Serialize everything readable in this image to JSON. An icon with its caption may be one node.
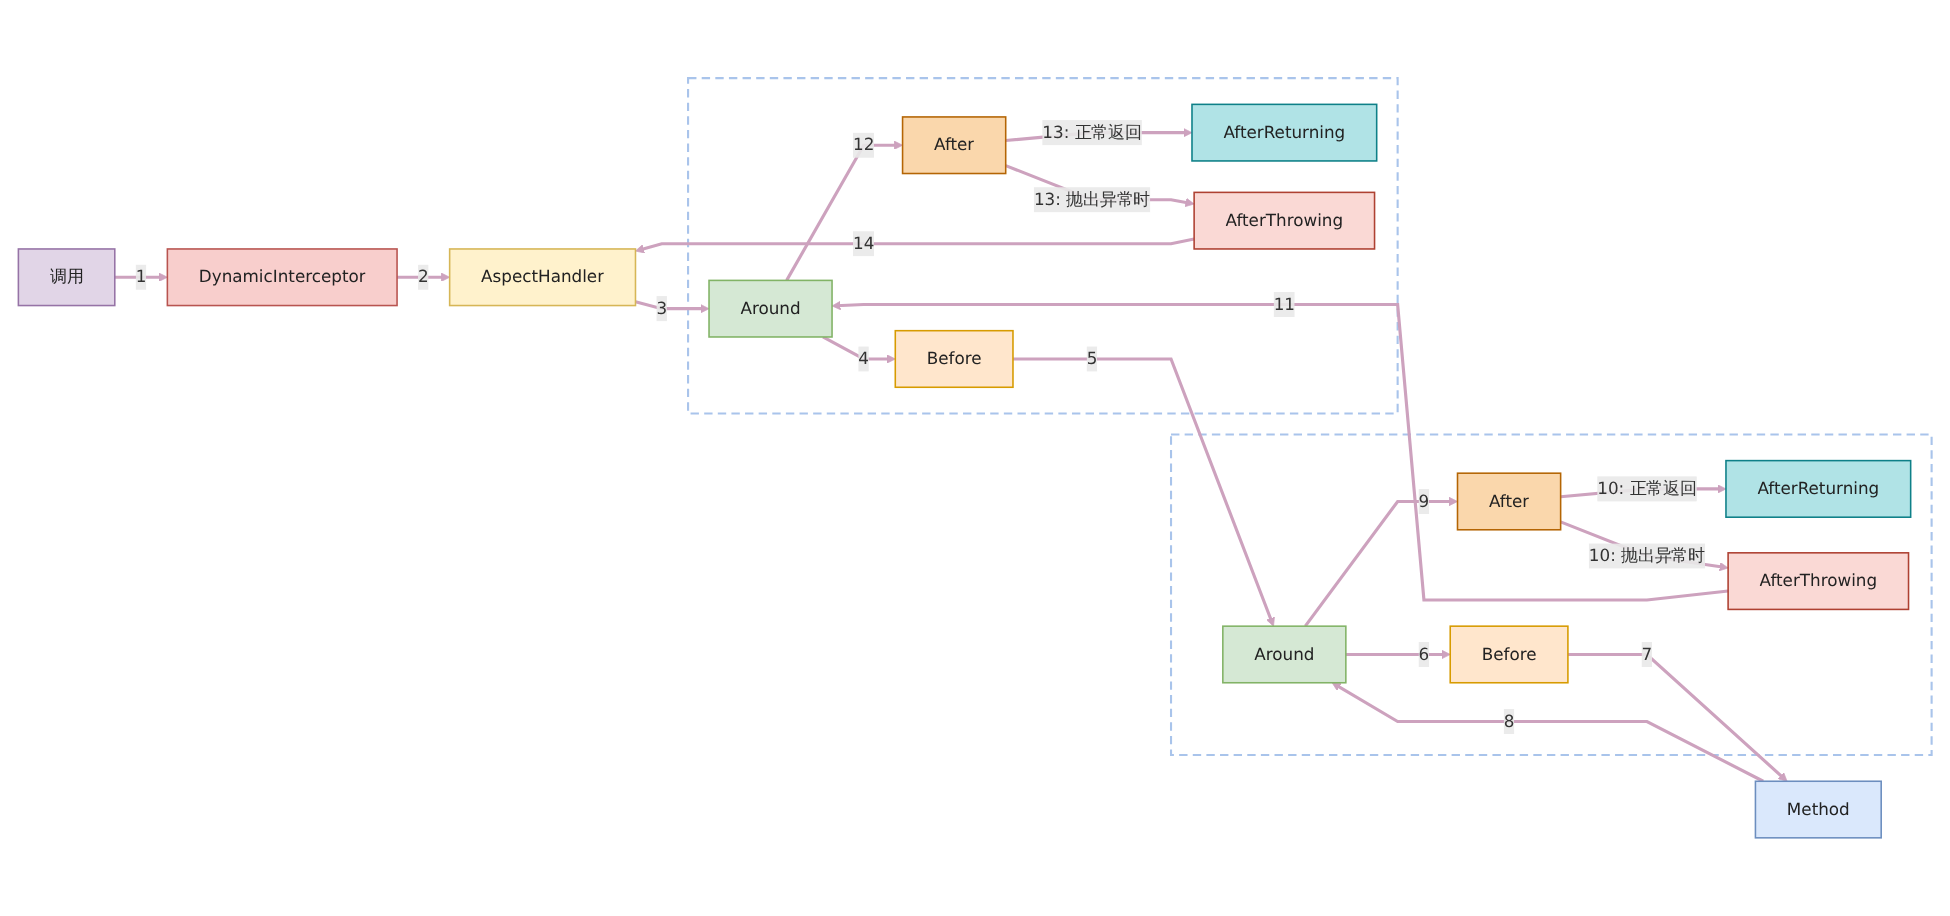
{
  "diagram": {
    "nodes": [
      {
        "text": [
          "调用"
        ]
      },
      {
        "text": [
          "DynamicInterceptor"
        ]
      },
      {
        "text": [
          "AspectHandler"
        ]
      },
      {
        "text": [],
        "shape": "box"
      },
      {
        "text": [
          "Before"
        ],
        "in": 3
      },
      {
        "text": [
          "Around"
        ],
        "in": 3
      },
      {
        "text": [
          "After"
        ],
        "in": 3
      },
      {
        "text": [
          "AfterReturning"
        ],
        "in": 3
      },
      {
        "text": [
          "AfterThrowing"
        ],
        "in": 3
      },
      {
        "text": [],
        "shape": "box"
      },
      {
        "text": [
          "Before"
        ],
        "in": 9
      },
      {
        "text": [
          "Around"
        ],
        "in": 9
      },
      {
        "text": [
          "After"
        ],
        "in": 9
      },
      {
        "text": [
          "AfterReturning"
        ],
        "in": 9
      },
      {
        "text": [
          "AfterThrowing"
        ],
        "in": 9
      },
      {
        "text": [
          "Method"
        ]
      }
    ],
    "edges": [
      {
        "from": 0,
        "to": 1,
        "arrow": "to",
        "label": "1"
      },
      {
        "from": 1,
        "to": 2,
        "arrow": "to",
        "label": "2"
      },
      {
        "from": 2,
        "to": 5,
        "arrow": "to",
        "label": "3"
      },
      {
        "from": 5,
        "to": 4,
        "arrow": "to",
        "label": "4"
      },
      {
        "from": 4,
        "to": 11,
        "arrow": "to",
        "label": "5"
      },
      {
        "from": 11,
        "to": 10,
        "arrow": "to",
        "label": "6"
      },
      {
        "from": 10,
        "to": 15,
        "arrow": "to",
        "label": "7"
      },
      {
        "from": 15,
        "to": 11,
        "arrow": "to",
        "label": "8"
      },
      {
        "from": 11,
        "to": 12,
        "arrow": "to",
        "label": "9"
      },
      {
        "from": 12,
        "to": 13,
        "arrow": "to",
        "label": "10: 正常返回"
      },
      {
        "from": 12,
        "to": 14,
        "arrow": "to",
        "label": "10: 抛出异常时"
      },
      {
        "from": 14,
        "to": 5,
        "arrow": "to",
        "label": "11"
      },
      {
        "from": 5,
        "to": 6,
        "arrow": "to",
        "label": "12"
      },
      {
        "from": 6,
        "to": 7,
        "arrow": "to",
        "label": "13: 正常返回"
      },
      {
        "from": 6,
        "to": 8,
        "arrow": "to",
        "label": "13: 抛出异常时"
      },
      {
        "from": 8,
        "to": 2,
        "arrow": "to",
        "label": "14"
      }
    ]
  }
}
